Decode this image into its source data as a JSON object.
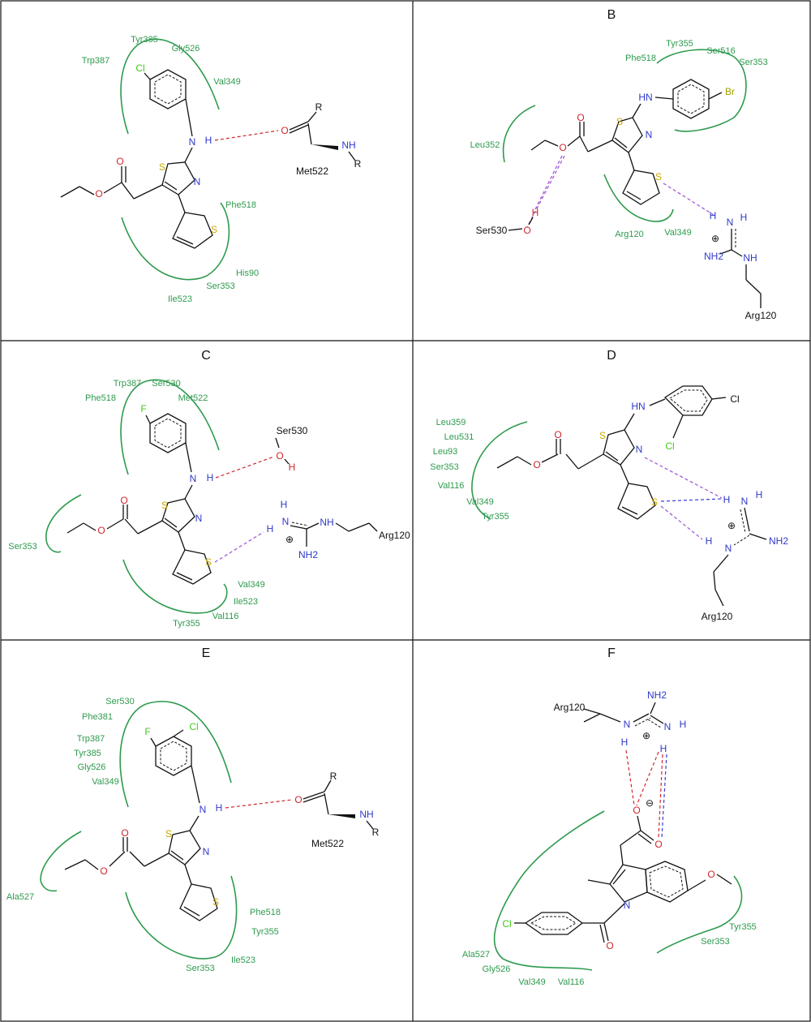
{
  "figure": {
    "panels": [
      {
        "id": "A",
        "label": "",
        "residues": [
          "Tyr385",
          "Gly526",
          "Trp387",
          "Val349",
          "Phe518",
          "His90",
          "Ser353",
          "Ile523"
        ],
        "atoms": {
          "halogen": "Cl",
          "nh": "N",
          "h": "H",
          "s1": "S",
          "n1": "N",
          "s2": "S",
          "o1": "O",
          "o2": "O",
          "o3": "O",
          "nh2": "NH",
          "r1": "R",
          "r2": "R"
        },
        "partner": "Met522"
      },
      {
        "id": "B",
        "label": "B",
        "residues": [
          "Tyr355",
          "Phe518",
          "Ser516",
          "Ser353",
          "Leu352",
          "Arg120",
          "Val349"
        ],
        "atoms": {
          "nh": "HN",
          "halogen": "Br",
          "s1": "S",
          "n1": "N",
          "s2": "S",
          "o1": "O",
          "o2": "O",
          "oh": "O",
          "h": "H",
          "gN1": "N",
          "gH1": "H",
          "gH2": "H",
          "gNH2": "NH2",
          "gNH": "NH",
          "plus": "⊕"
        },
        "partners": [
          "Ser530",
          "Arg120"
        ]
      },
      {
        "id": "C",
        "label": "C",
        "residues": [
          "Trp387",
          "Ser530",
          "Phe518",
          "Met522",
          "Ser353",
          "Val349",
          "Ile523",
          "Val116",
          "Tyr355"
        ],
        "atoms": {
          "halogen": "F",
          "nh": "N",
          "h": "H",
          "s1": "S",
          "n1": "N",
          "s2": "S",
          "o1": "O",
          "o2": "O",
          "oh": "O",
          "ohh": "H",
          "gH": "H",
          "gN": "N",
          "gNH": "NH",
          "gNH2": "NH2",
          "plus": "⊕"
        },
        "partners": [
          "Ser530",
          "Arg120"
        ]
      },
      {
        "id": "D",
        "label": "D",
        "residues": [
          "Leu359",
          "Leu531",
          "Leu93",
          "Ser353",
          "Val116",
          "Val349",
          "Tyr355"
        ],
        "atoms": {
          "nh": "HN",
          "cl1": "Cl",
          "cl2": "Cl",
          "s1": "S",
          "n1": "N",
          "s2": "S",
          "o1": "O",
          "o2": "O",
          "gH1": "H",
          "gN1": "N",
          "gH2": "H",
          "gH3": "H",
          "gN2": "N",
          "gNH2": "NH2",
          "plus": "⊕"
        },
        "partner": "Arg120"
      },
      {
        "id": "E",
        "label": "E",
        "residues": [
          "Ser530",
          "Phe381",
          "Trp387",
          "Tyr385",
          "Gly526",
          "Val349",
          "Ala527",
          "Phe518",
          "Tyr355",
          "Ile523",
          "Ser353"
        ],
        "atoms": {
          "f": "F",
          "cl": "Cl",
          "nh": "N",
          "h": "H",
          "s1": "S",
          "n1": "N",
          "s2": "S",
          "o1": "O",
          "o2": "O",
          "o3": "O",
          "nh2": "NH",
          "r1": "R",
          "r2": "R"
        },
        "partner": "Met522"
      },
      {
        "id": "F",
        "label": "F",
        "residues": [
          "Ala527",
          "Gly526",
          "Val349",
          "Val116",
          "Tyr355",
          "Ser353"
        ],
        "atoms": {
          "gNH2": "NH2",
          "gN1": "N",
          "gH1": "H",
          "gN2": "N",
          "gH2": "H",
          "gH3": "H",
          "plus": "⊕",
          "o1": "O",
          "o2": "O",
          "minus": "⊖",
          "n": "N",
          "o3": "O",
          "cl": "Cl"
        },
        "partner": "Arg120"
      }
    ]
  },
  "colors": {
    "residue": "#2e9a4e",
    "nitrogen": "#2f39c9",
    "oxygen": "#d0262e",
    "sulfur": "#c8a800",
    "chlorine": "#43c81c",
    "bromine": "#a0a000",
    "fluorine": "#43c81c",
    "hbond_red": "#d0262e",
    "hbond_purple": "#9a4fd6",
    "hbond_blue": "#3a3ad6"
  }
}
